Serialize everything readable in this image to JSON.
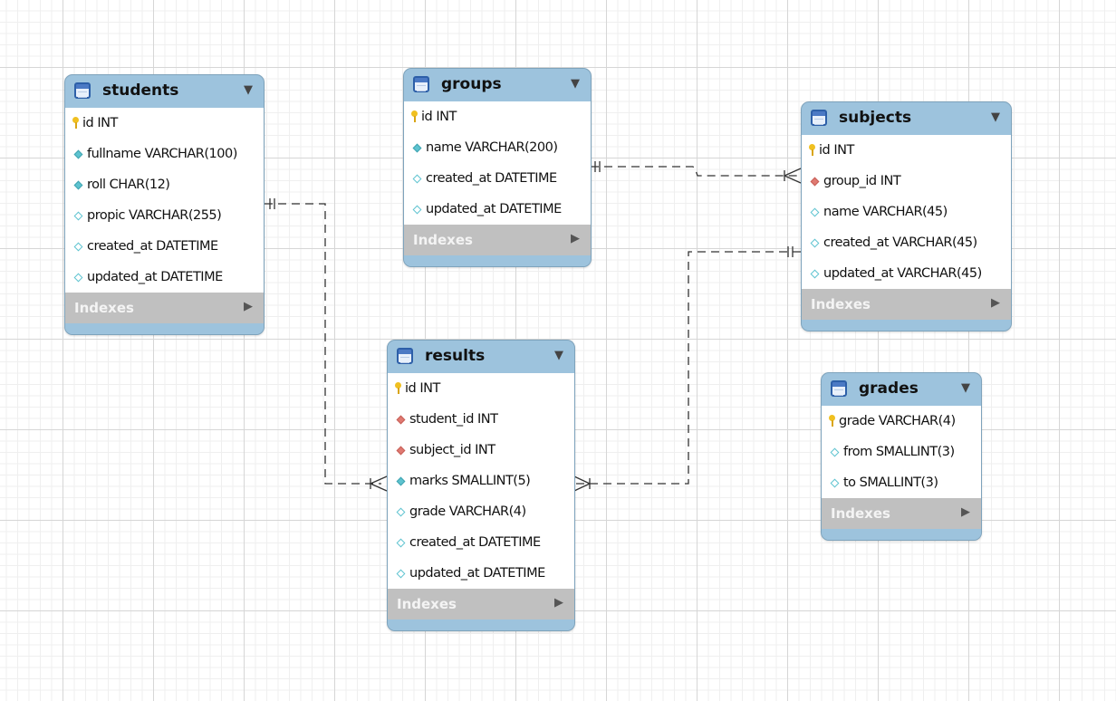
{
  "diagram": {
    "tables": {
      "students": {
        "name": "students",
        "fields": [
          {
            "label": "id INT",
            "marker": "primary-key"
          },
          {
            "label": "fullname VARCHAR(100)",
            "marker": "filled"
          },
          {
            "label": "roll CHAR(12)",
            "marker": "filled"
          },
          {
            "label": "propic VARCHAR(255)",
            "marker": "hollow"
          },
          {
            "label": "created_at DATETIME",
            "marker": "hollow"
          },
          {
            "label": "updated_at DATETIME",
            "marker": "hollow"
          }
        ],
        "indexes_label": "Indexes"
      },
      "groups": {
        "name": "groups",
        "fields": [
          {
            "label": "id INT",
            "marker": "primary-key"
          },
          {
            "label": "name VARCHAR(200)",
            "marker": "filled"
          },
          {
            "label": "created_at DATETIME",
            "marker": "hollow"
          },
          {
            "label": "updated_at DATETIME",
            "marker": "hollow"
          }
        ],
        "indexes_label": "Indexes"
      },
      "subjects": {
        "name": "subjects",
        "fields": [
          {
            "label": "id INT",
            "marker": "primary-key"
          },
          {
            "label": "group_id INT",
            "marker": "foreign-key"
          },
          {
            "label": "name VARCHAR(45)",
            "marker": "hollow"
          },
          {
            "label": "created_at VARCHAR(45)",
            "marker": "hollow"
          },
          {
            "label": "updated_at VARCHAR(45)",
            "marker": "hollow"
          }
        ],
        "indexes_label": "Indexes"
      },
      "results": {
        "name": "results",
        "fields": [
          {
            "label": "id INT",
            "marker": "primary-key"
          },
          {
            "label": "student_id INT",
            "marker": "foreign-key"
          },
          {
            "label": "subject_id INT",
            "marker": "foreign-key"
          },
          {
            "label": "marks SMALLINT(5)",
            "marker": "filled"
          },
          {
            "label": "grade VARCHAR(4)",
            "marker": "hollow"
          },
          {
            "label": "created_at DATETIME",
            "marker": "hollow"
          },
          {
            "label": "updated_at DATETIME",
            "marker": "hollow"
          }
        ],
        "indexes_label": "Indexes"
      },
      "grades": {
        "name": "grades",
        "fields": [
          {
            "label": "grade VARCHAR(4)",
            "marker": "primary-key"
          },
          {
            "label": "from SMALLINT(3)",
            "marker": "hollow"
          },
          {
            "label": "to SMALLINT(3)",
            "marker": "hollow"
          }
        ],
        "indexes_label": "Indexes"
      }
    },
    "relationships": [
      {
        "from": "students",
        "to": "results",
        "cardinality": "one-to-many",
        "style": "dashed"
      },
      {
        "from": "groups",
        "to": "subjects",
        "cardinality": "one-to-many",
        "style": "dashed"
      },
      {
        "from": "subjects",
        "to": "results",
        "cardinality": "one-to-many",
        "style": "dashed"
      }
    ],
    "icons": {
      "table": "table-icon",
      "collapse": "chevron-down-icon",
      "expand_indexes": "triangle-right-icon",
      "primary_key": "key-icon",
      "foreign_key": "red-diamond-icon",
      "column": "diamond-icon"
    },
    "colors": {
      "header": "#9dc3dd",
      "indexes_bar": "#c0c0c0",
      "primary_key": "#f0c020",
      "foreign_key": "#e07a72",
      "column": "#5ec3d0",
      "connector": "#333333"
    }
  }
}
